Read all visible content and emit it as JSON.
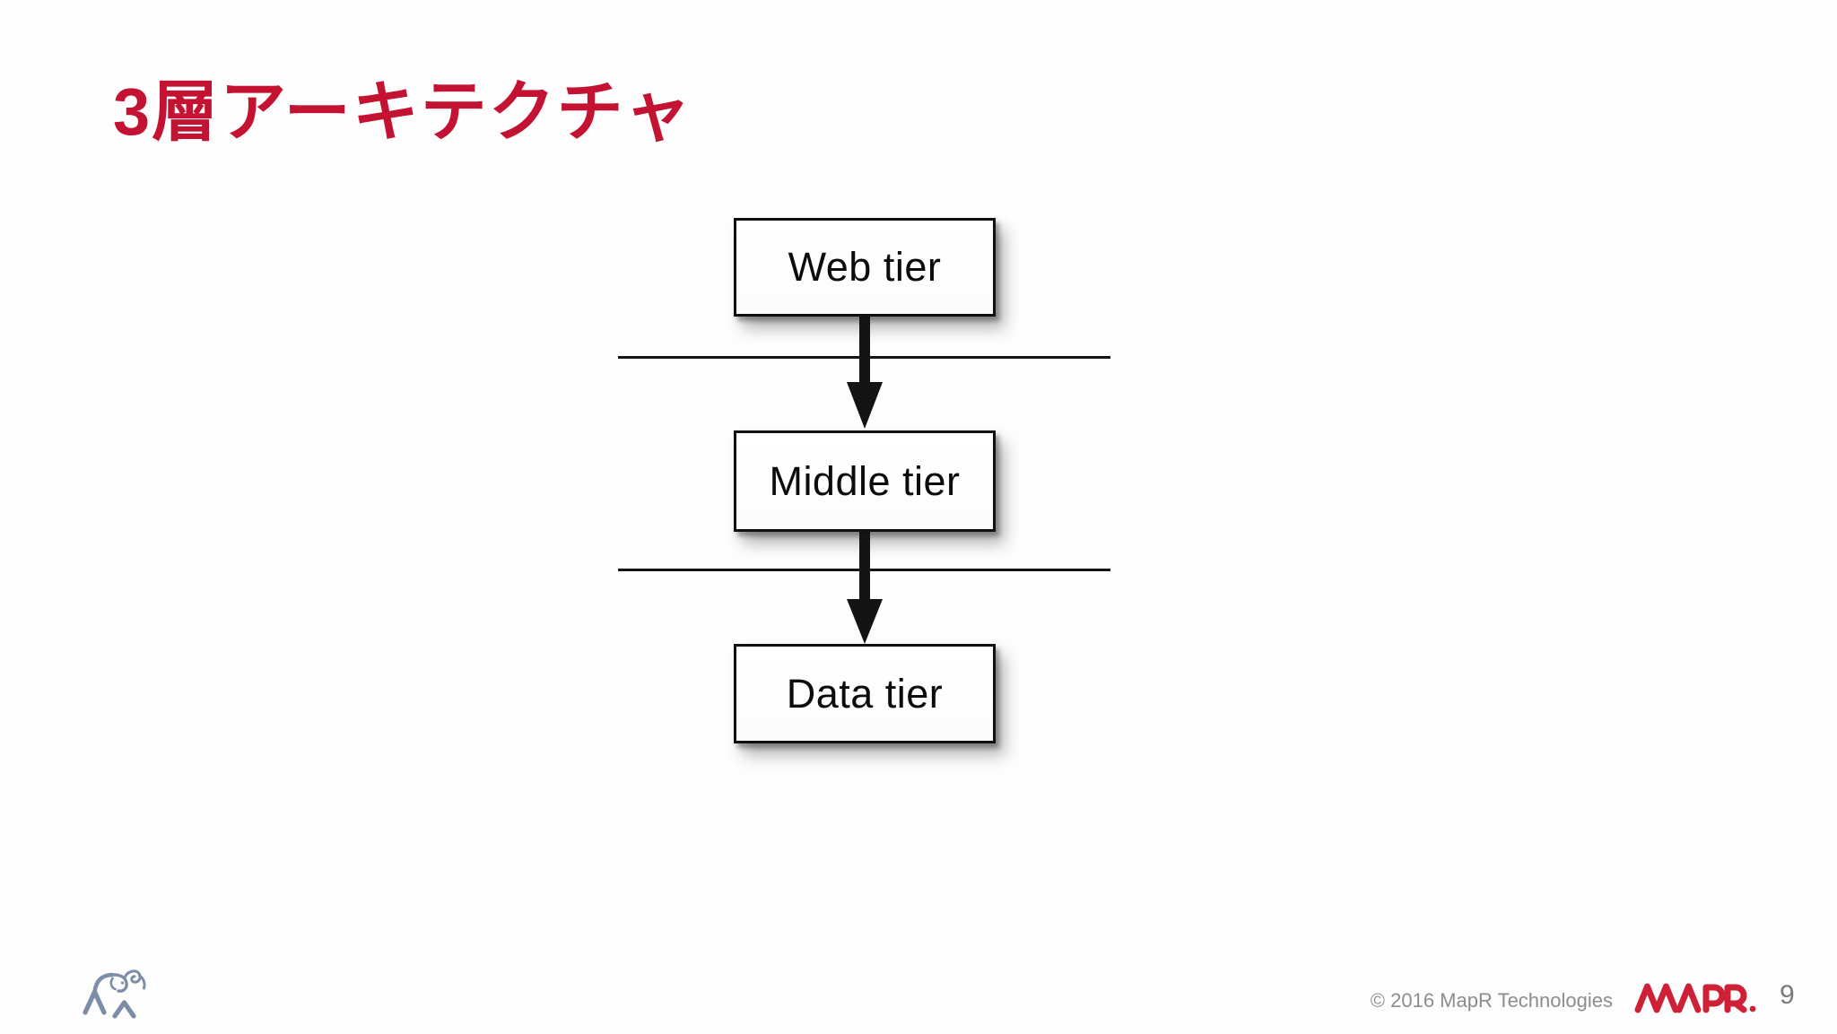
{
  "slide": {
    "title": "3層アーキテクチャ"
  },
  "diagram": {
    "tiers": [
      {
        "label": "Web tier"
      },
      {
        "label": "Middle tier"
      },
      {
        "label": "Data tier"
      }
    ],
    "arrows": [
      {
        "from": "Web tier",
        "to": "Middle tier"
      },
      {
        "from": "Middle tier",
        "to": "Data tier"
      }
    ]
  },
  "footer": {
    "copyright": "© 2016 MapR Technologies",
    "brand_logo_text": "MAPR.",
    "left_logo": "elephant-line-art",
    "page_number": "9"
  },
  "colors": {
    "title-red": "#c31232",
    "brand-red": "#ce2036",
    "footer-gray": "#8d8d8d",
    "pagenum-gray": "#7a7a7a",
    "elephant-blue": "#7c8ea6",
    "diagram-ink": "#141414"
  }
}
